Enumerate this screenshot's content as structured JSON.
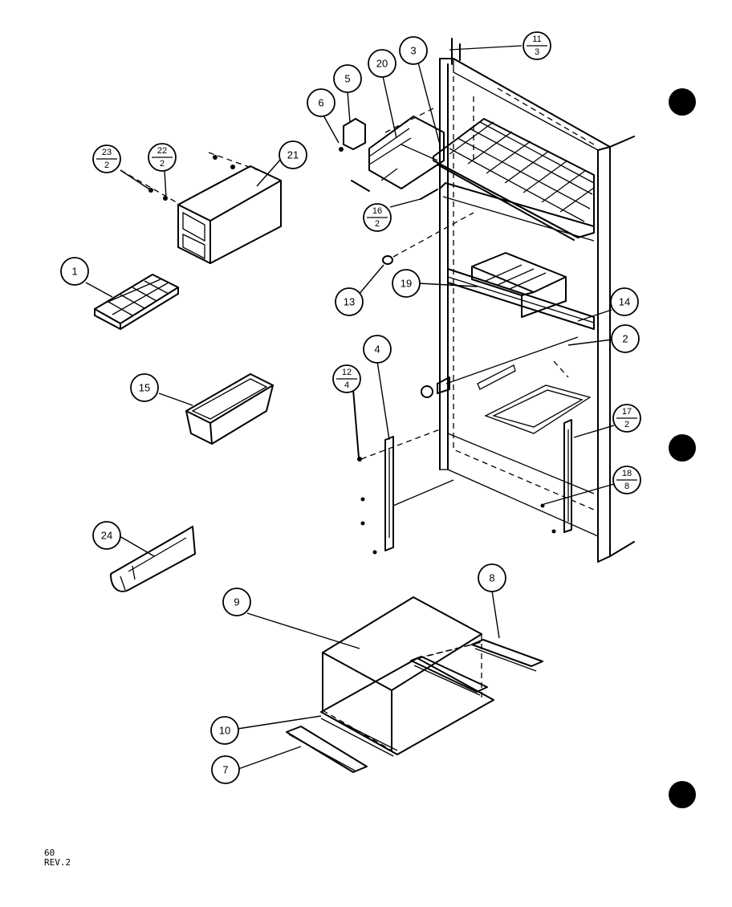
{
  "diagram": {
    "callouts": [
      {
        "id": "c1",
        "label": "1"
      },
      {
        "id": "c2",
        "label": "2"
      },
      {
        "id": "c3",
        "label": "3"
      },
      {
        "id": "c4",
        "label": "4"
      },
      {
        "id": "c5",
        "label": "5"
      },
      {
        "id": "c6",
        "label": "6"
      },
      {
        "id": "c7",
        "label": "7"
      },
      {
        "id": "c8",
        "label": "8"
      },
      {
        "id": "c9",
        "label": "9"
      },
      {
        "id": "c10",
        "label": "10"
      },
      {
        "id": "c13",
        "label": "13"
      },
      {
        "id": "c14",
        "label": "14"
      },
      {
        "id": "c15",
        "label": "15"
      },
      {
        "id": "c19",
        "label": "19"
      },
      {
        "id": "c20",
        "label": "20"
      },
      {
        "id": "c21",
        "label": "21"
      },
      {
        "id": "c24",
        "label": "24"
      }
    ],
    "fraction_callouts": [
      {
        "id": "f11",
        "num": "11",
        "den": "3"
      },
      {
        "id": "f23",
        "num": "23",
        "den": "2"
      },
      {
        "id": "f22",
        "num": "22",
        "den": "2"
      },
      {
        "id": "f16",
        "num": "16",
        "den": "2"
      },
      {
        "id": "f12",
        "num": "12",
        "den": "4"
      },
      {
        "id": "f17",
        "num": "17",
        "den": "2"
      },
      {
        "id": "f18",
        "num": "18",
        "den": "8"
      }
    ]
  },
  "footer": {
    "page_number": "60",
    "revision": "REV.2"
  }
}
